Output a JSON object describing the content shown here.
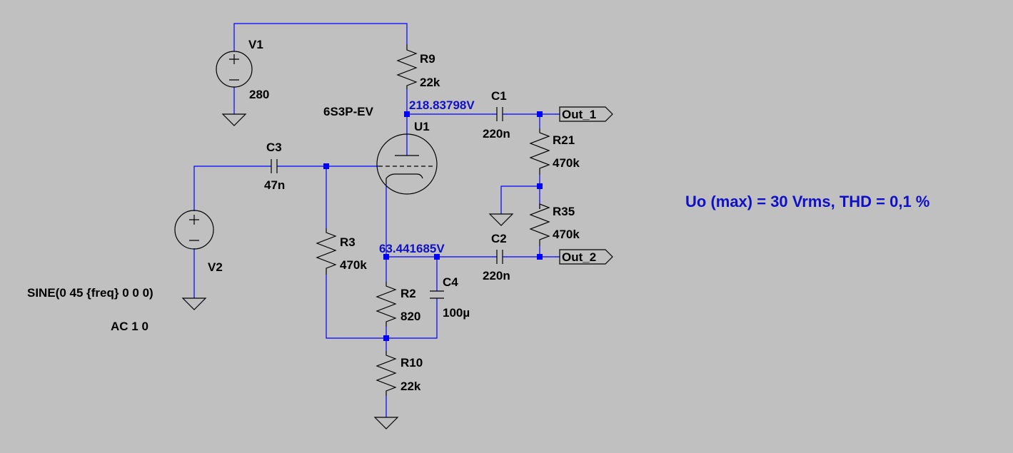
{
  "components": {
    "v1": {
      "name": "V1",
      "value": "280"
    },
    "v2": {
      "name": "V2",
      "spec": "SINE(0 45 {freq} 0 0 0)",
      "ac": "AC 1 0"
    },
    "r9": {
      "name": "R9",
      "value": "22k"
    },
    "r21": {
      "name": "R21",
      "value": "470k"
    },
    "r35": {
      "name": "R35",
      "value": "470k"
    },
    "r3": {
      "name": "R3",
      "value": "470k"
    },
    "r2": {
      "name": "R2",
      "value": "820"
    },
    "r10": {
      "name": "R10",
      "value": "22k"
    },
    "c1": {
      "name": "C1",
      "value": "220n"
    },
    "c2": {
      "name": "C2",
      "value": "220n"
    },
    "c3": {
      "name": "C3",
      "value": "47n"
    },
    "c4": {
      "name": "C4",
      "value": "100µ"
    },
    "u1": {
      "name": "U1",
      "model": "6S3P-EV"
    }
  },
  "node_voltages": {
    "anode": "218.83798V",
    "cathode": "63.441685V"
  },
  "ports": {
    "out1": "Out_1",
    "out2": "Out_2"
  },
  "annotation": "Uo (max) = 30 Vrms, THD = 0,1 %",
  "colors": {
    "background": "#c0c0c0",
    "wire": "#0000ff",
    "component": "#000000",
    "annotation": "#1010c8"
  }
}
